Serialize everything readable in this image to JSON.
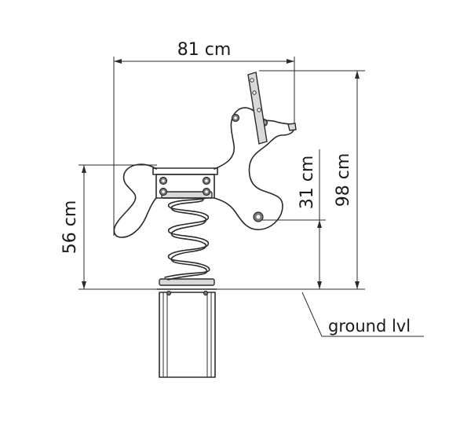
{
  "dimensions": {
    "width_label": "81 cm",
    "total_height_label": "98 cm",
    "seat_height_label": "56 cm",
    "handle_height_label": "31 cm"
  },
  "ground_label": "ground lvl"
}
